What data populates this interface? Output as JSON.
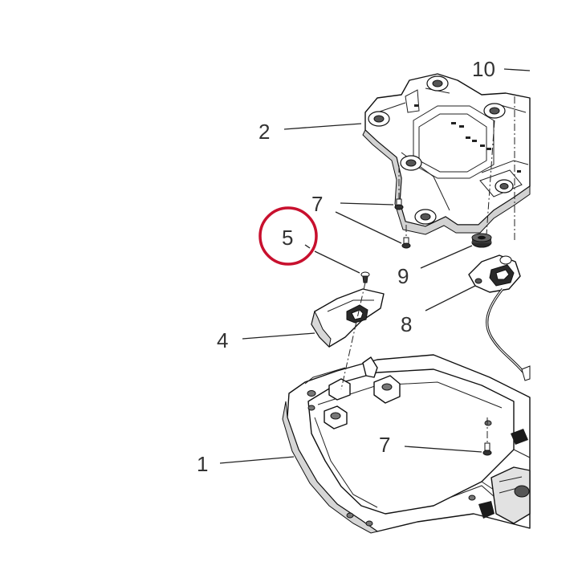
{
  "figure": {
    "callouts": [
      {
        "id": "c1",
        "text": "1"
      },
      {
        "id": "c2",
        "text": "2"
      },
      {
        "id": "c4",
        "text": "4"
      },
      {
        "id": "c5",
        "text": "5"
      },
      {
        "id": "c7a",
        "text": "7"
      },
      {
        "id": "c7b",
        "text": "7"
      },
      {
        "id": "c8",
        "text": "8"
      },
      {
        "id": "c9",
        "text": "9"
      },
      {
        "id": "c10",
        "text": "10"
      }
    ],
    "highlight": {
      "callout": "5",
      "color": "#c8102e"
    },
    "colors": {
      "line": "#111111",
      "fill": "#ffffff",
      "shade": "#cfcfcf",
      "dark": "#2a2a2a"
    }
  }
}
